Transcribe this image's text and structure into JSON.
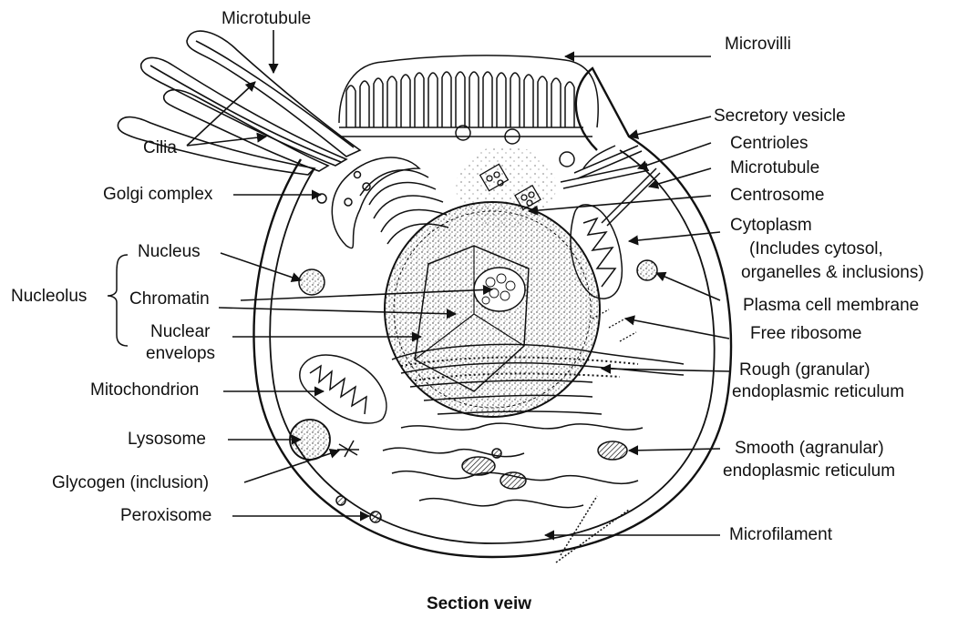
{
  "title": "Section veiw",
  "labels": {
    "microtubule_top": "Microtubule",
    "microvilli": "Microvilli",
    "cilia": "Cilia",
    "secretory_vesicle": "Secretory vesicle",
    "centrioles": "Centrioles",
    "microtubule_right": "Microtubule",
    "golgi_complex": "Golgi complex",
    "centrosome": "Centrosome",
    "cytoplasm": "Cytoplasm",
    "cytoplasm_note_1": "(Includes cytosol,",
    "cytoplasm_note_2": "organelles & inclusions)",
    "nucleus": "Nucleus",
    "nucleolus": "Nucleolus",
    "chromatin": "Chromatin",
    "nuclear_envelops_1": "Nuclear",
    "nuclear_envelops_2": "envelops",
    "plasma_cell_membrane": "Plasma cell membrane",
    "free_ribosome": "Free ribosome",
    "mitochondrion": "Mitochondrion",
    "rough_er_1": "Rough (granular)",
    "rough_er_2": "endoplasmic reticulum",
    "lysosome": "Lysosome",
    "smooth_er_1": "Smooth (agranular)",
    "smooth_er_2": "endoplasmic reticulum",
    "glycogen": "Glycogen (inclusion)",
    "peroxisome": "Peroxisome",
    "microfilament": "Microfilament"
  }
}
